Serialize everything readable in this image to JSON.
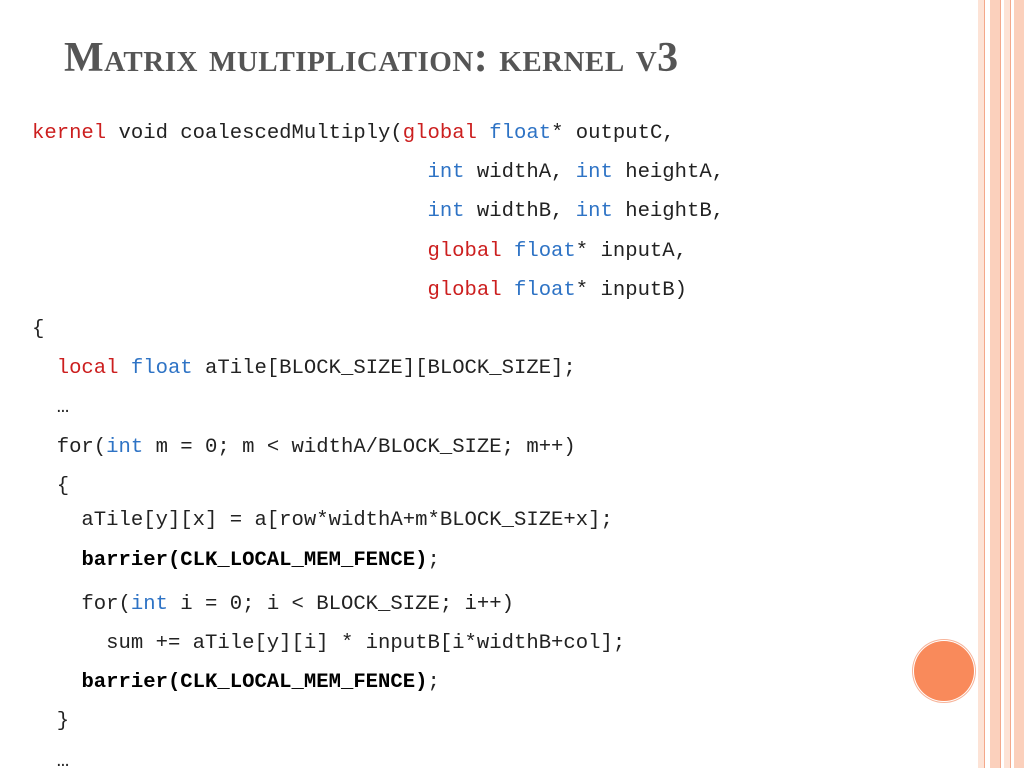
{
  "slide": {
    "title": "Matrix multiplication: kernel v3",
    "colors": {
      "keyword_red": "#cc1f1f",
      "keyword_blue": "#2e73c5",
      "accent": "#f98a5b"
    }
  },
  "code": {
    "l1": {
      "a": "kernel",
      "b": " void coalescedMultiply(",
      "c": "global",
      "d": " ",
      "e": "float",
      "f": "* outputC,"
    },
    "l2": {
      "indent": "                                ",
      "a": "int",
      "b": " widthA, ",
      "c": "int",
      "d": " heightA,"
    },
    "l3": {
      "indent": "                                ",
      "a": "int",
      "b": " widthB, ",
      "c": "int",
      "d": " heightB,"
    },
    "l4": {
      "indent": "                                ",
      "a": "global",
      "b": " ",
      "c": "float",
      "d": "* inputA,"
    },
    "l5": {
      "indent": "                                ",
      "a": "global",
      "b": " ",
      "c": "float",
      "d": "* inputB)"
    },
    "l6": {
      "text": "{"
    },
    "l7": {
      "indent": "  ",
      "a": "local",
      "b": " ",
      "c": "float",
      "d": " aTile[BLOCK_SIZE][BLOCK_SIZE];"
    },
    "l8": {
      "text": "  …"
    },
    "l9": {
      "a": "  for(",
      "b": "int",
      "c": " m = 0; m < widthA/BLOCK_SIZE; m++)"
    },
    "l10": {
      "text": "  {"
    },
    "l11": {
      "text": "    aTile[y][x] = a[row*widthA+m*BLOCK_SIZE+x];"
    },
    "l12": {
      "indent": "    ",
      "bold": "barrier(CLK_LOCAL_MEM_FENCE)",
      "tail": ";"
    },
    "l13": {
      "a": "    for(",
      "b": "int",
      "c": " i = 0; i < BLOCK_SIZE; i++)"
    },
    "l14": {
      "text": "      sum += aTile[y][i] * inputB[i*widthB+col];"
    },
    "l15": {
      "indent": "    ",
      "bold": "barrier(CLK_LOCAL_MEM_FENCE)",
      "tail": ";"
    },
    "l16": {
      "text": "  }"
    },
    "l17": {
      "text": "  …"
    }
  }
}
